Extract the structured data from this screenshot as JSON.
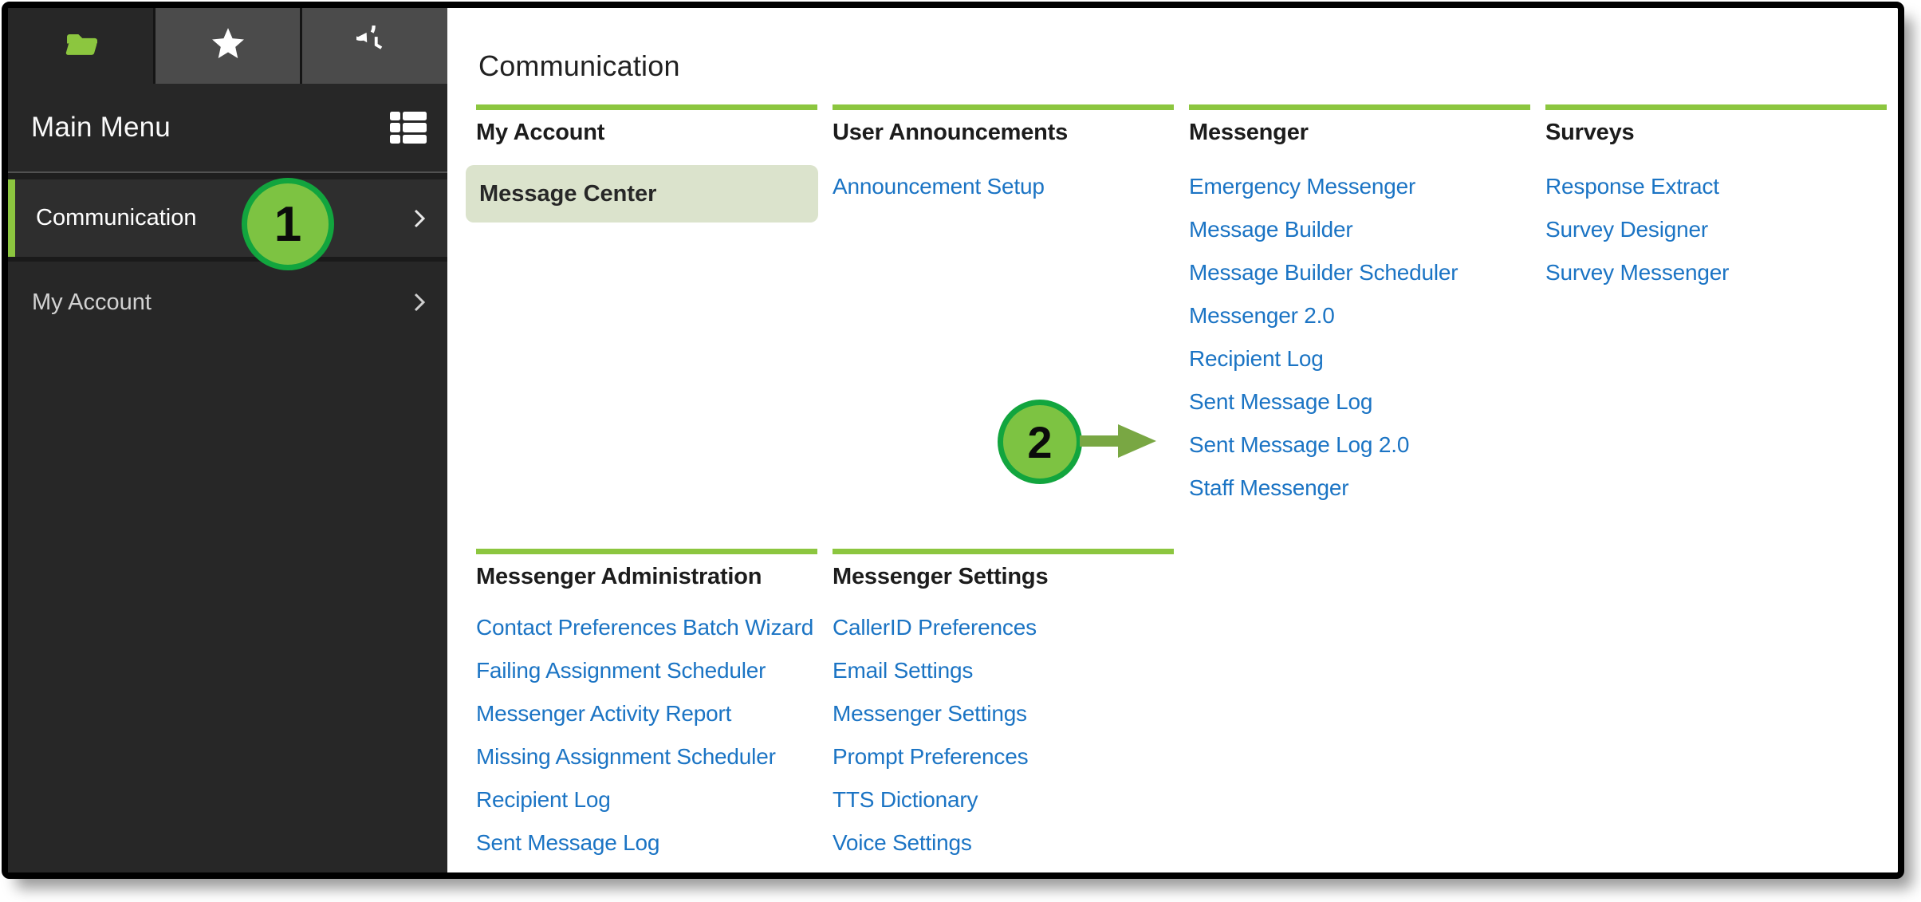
{
  "sidebar": {
    "title": "Main Menu",
    "tabs": [
      {
        "icon": "folder-open-icon"
      },
      {
        "icon": "star-icon"
      },
      {
        "icon": "history-icon"
      }
    ],
    "items": [
      {
        "label": "Communication",
        "selected": true
      },
      {
        "label": "My Account",
        "selected": false
      }
    ]
  },
  "content": {
    "title": "Communication",
    "row1": [
      {
        "header": "My Account",
        "selected_item": "Message Center",
        "items": []
      },
      {
        "header": "User Announcements",
        "items": [
          "Announcement Setup"
        ]
      },
      {
        "header": "Messenger",
        "items": [
          "Emergency Messenger",
          "Message Builder",
          "Message Builder Scheduler",
          "Messenger 2.0",
          "Recipient Log",
          "Sent Message Log",
          "Sent Message Log 2.0",
          "Staff Messenger"
        ]
      },
      {
        "header": "Surveys",
        "items": [
          "Response Extract",
          "Survey Designer",
          "Survey Messenger"
        ]
      }
    ],
    "row2": [
      {
        "header": "Messenger Administration",
        "items": [
          "Contact Preferences Batch Wizard",
          "Failing Assignment Scheduler",
          "Messenger Activity Report",
          "Missing Assignment Scheduler",
          "Recipient Log",
          "Sent Message Log"
        ]
      },
      {
        "header": "Messenger Settings",
        "items": [
          "CallerID Preferences",
          "Email Settings",
          "Messenger Settings",
          "Prompt Preferences",
          "TTS Dictionary",
          "Voice Settings"
        ]
      }
    ]
  },
  "annotations": {
    "step1": "1",
    "step2": "2"
  },
  "colors": {
    "accent_green": "#8CC63F",
    "annotation_fill": "#7DC342",
    "annotation_border": "#12A53E",
    "arrow_green": "#79A743",
    "link_blue": "#1B74C4",
    "selected_item_bg": "#DBE3CC",
    "sidebar_bg": "#272727"
  }
}
